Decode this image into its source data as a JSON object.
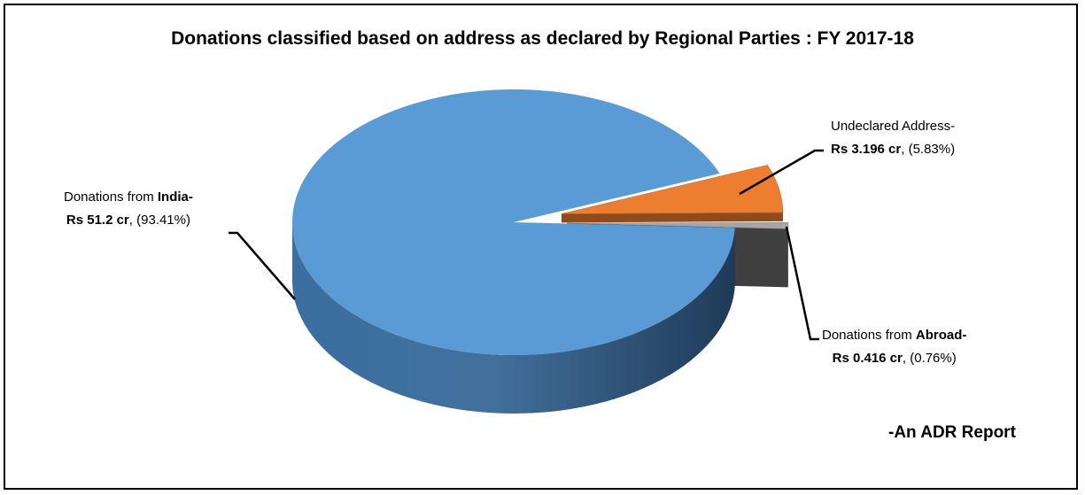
{
  "chart_data": {
    "type": "pie",
    "style": "3d-exploded",
    "title": "Donations classified based on address as declared by Regional Parties : FY 2017-18",
    "slices": [
      {
        "name": "Donations from India",
        "value_text": "Rs 51.2 cr",
        "value": 51.2,
        "percent": 93.41,
        "percent_text": "(93.41%)",
        "color": "#5B9BD5"
      },
      {
        "name": "Undeclared Address",
        "value_text": "Rs 3.196 cr",
        "value": 3.196,
        "percent": 5.83,
        "percent_text": "(5.83%)",
        "color": "#ED7D31"
      },
      {
        "name": "Donations from Abroad",
        "value_text": "Rs 0.416 cr",
        "value": 0.416,
        "percent": 0.76,
        "percent_text": "(0.76%)",
        "color": "#A5A5A5"
      }
    ],
    "annotation": "-An ADR Report"
  },
  "labels": {
    "india": {
      "prefix": "Donations from ",
      "bold": "India-",
      "value": "Rs 51.2 cr",
      "rest": ", (93.41%)"
    },
    "undeclared": {
      "line1": "Undeclared Address-",
      "value": "Rs 3.196 cr",
      "rest": ", (5.83%)"
    },
    "abroad": {
      "prefix": "Donations from ",
      "bold": "Abroad-",
      "value": "Rs 0.416 cr",
      "rest": ", (0.76%)"
    }
  }
}
